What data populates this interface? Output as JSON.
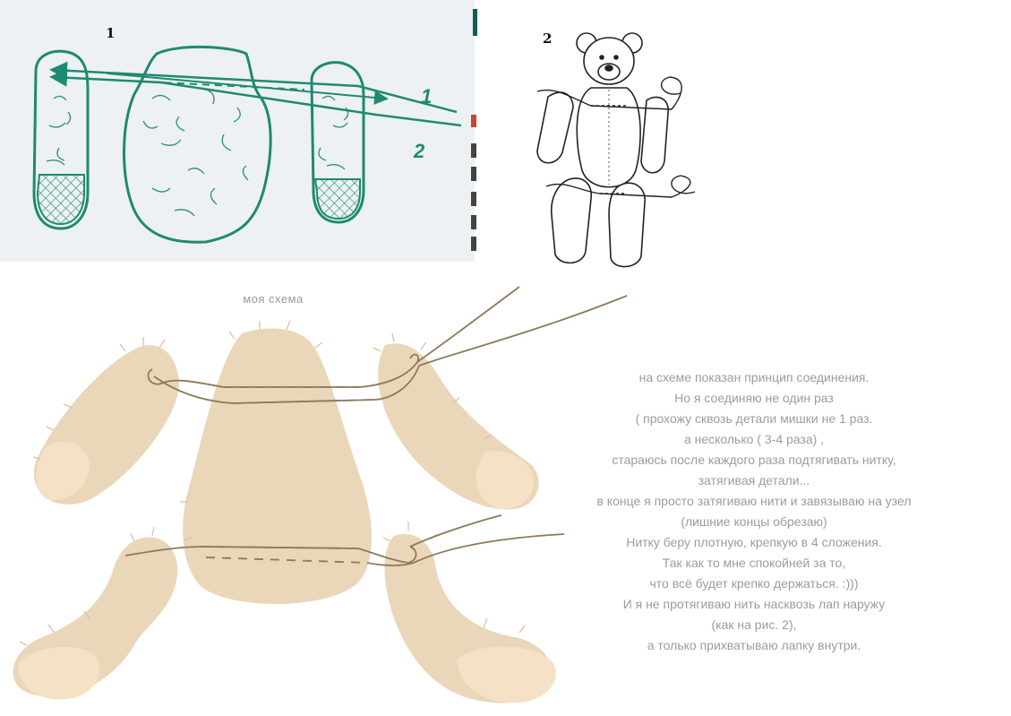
{
  "figure1": {
    "number": "1",
    "thread_labels": [
      "1",
      "2"
    ]
  },
  "figure2": {
    "number": "2"
  },
  "scheme": {
    "caption": "моя схема"
  },
  "note_lines": [
    "на схеме показан принцип соединения.",
    "Но я  соединяю не один раз",
    "( прохожу сквозь детали мишки не 1 раз.",
    "а несколько ( 3-4 раза) ,",
    "стараюсь после каждого раза подтягивать нитку,",
    "затягивая детали...",
    "в конце я просто затягиваю нити и завязываю на узел",
    "(лишние концы обрезаю)",
    "Нитку беру плотную, крепкую в 4 сложения.",
    "Так как то мне спокойней за то,",
    "что всё будет крепко держаться. :)))",
    "И я не протягиваю нить насквозь лап наружу",
    "(как на рис. 2),",
    "а только прихватываю лапку внутри."
  ],
  "colors": {
    "diagram_green": "#1e8a72",
    "fur": "#ead6b9",
    "paw_pad": "#f2dbba",
    "thread": "#8c7a5c",
    "text_gray": "#9c9c9c"
  }
}
